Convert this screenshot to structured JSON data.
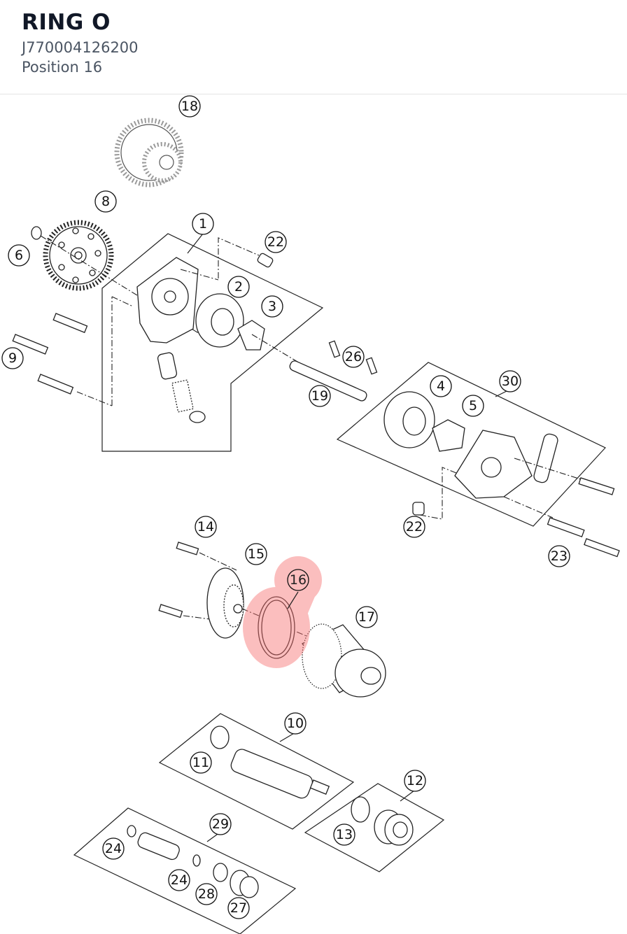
{
  "header": {
    "title": "RING O",
    "part_number": "J770004126200",
    "position": "Position 16"
  },
  "diagram": {
    "highlighted_callout": "16",
    "highlight_color": "#f87171",
    "callouts": [
      "18",
      "8",
      "1",
      "22",
      "6",
      "2",
      "3",
      "9",
      "26",
      "19",
      "30",
      "4",
      "5",
      "22",
      "14",
      "15",
      "16",
      "17",
      "23",
      "10",
      "11",
      "12",
      "13",
      "29",
      "24",
      "24",
      "28",
      "27"
    ]
  }
}
